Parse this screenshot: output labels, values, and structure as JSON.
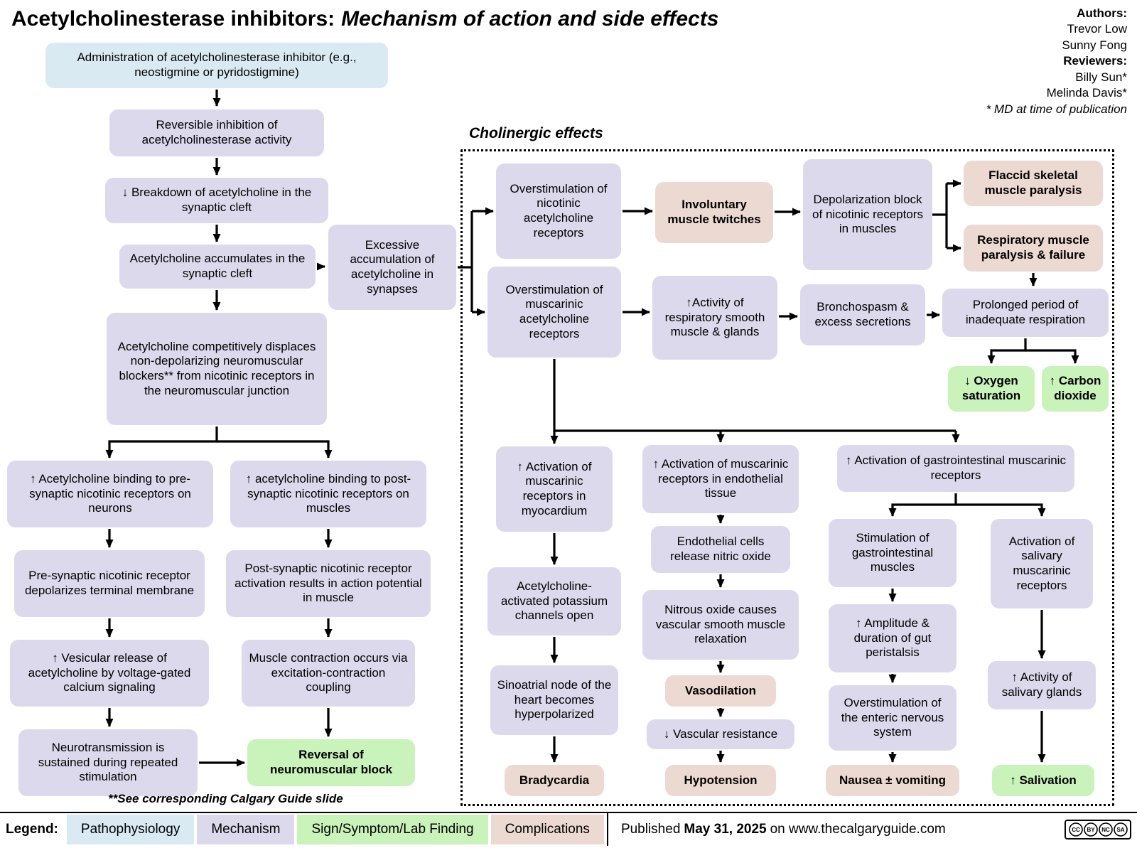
{
  "title": {
    "main": "Acetylcholinesterase inhibitors:",
    "sub": "Mechanism of action and side effects"
  },
  "credits": {
    "authors_label": "Authors:",
    "authors": [
      "Trevor Low",
      "Sunny Fong"
    ],
    "reviewers_label": "Reviewers:",
    "reviewers": [
      "Billy Sun*",
      "Melinda Davis*"
    ],
    "note": "* MD at time of publication"
  },
  "section_label": "Cholinergic effects",
  "footnote": "**See corresponding Calgary Guide slide",
  "nodes": {
    "admin": "Administration of acetylcholinesterase inhibitor (e.g., neostigmine or pyridostigmine)",
    "reversible": "Reversible inhibition of acetylcholinesterase activity",
    "breakdown": "↓ Breakdown of acetylcholine in the synaptic cleft",
    "accumulates": "Acetylcholine accumulates in the synaptic cleft",
    "excessive": "Excessive accumulation of acetylcholine in synapses",
    "competitively": "Acetylcholine competitively displaces non-depolarizing neuromuscular blockers** from nicotinic receptors in the neuromuscular junction",
    "preBinding": "↑ Acetylcholine binding to pre-synaptic nicotinic receptors on neurons",
    "postBinding": "↑ acetylcholine binding to post-synaptic nicotinic receptors on muscles",
    "preDepolarizes": "Pre-synaptic nicotinic receptor depolarizes terminal membrane",
    "postActivation": "Post-synaptic nicotinic receptor activation results in action potential in muscle",
    "vesicular": "↑ Vesicular release of acetylcholine by voltage-gated calcium signaling",
    "contraction": "Muscle contraction occurs via excitation-contraction coupling",
    "neurotransmission": "Neurotransmission is sustained during repeated stimulation",
    "reversal": "Reversal of neuromuscular block",
    "nicotinicOverstim": "Overstimulation of nicotinic acetylcholine receptors",
    "twitches": "Involuntary muscle twitches",
    "depolBlock": "Depolarization block of nicotinic receptors in muscles",
    "flaccid": "Flaccid skeletal muscle paralysis",
    "respParalysis": "Respiratory muscle paralysis & failure",
    "prolonged": "Prolonged period of inadequate respiration",
    "oxygen": "↓ Oxygen saturation",
    "carbon": "↑ Carbon dioxide",
    "muscarinicOverstim": "Overstimulation of muscarinic acetylcholine receptors",
    "respActivity": "↑Activity of respiratory smooth muscle & glands",
    "bronchospasm": "Bronchospasm & excess secretions",
    "myocardium": "↑ Activation of muscarinic receptors in myocardium",
    "potassium": "Acetylcholine-activated potassium channels open",
    "sinoatrial": "Sinoatrial node of the heart becomes hyperpolarized",
    "bradycardia": "Bradycardia",
    "endoReceptors": "↑ Activation of muscarinic receptors in endothelial tissue",
    "endoCells": "Endothelial cells release nitric oxide",
    "nitrous": "Nitrous oxide causes vascular smooth muscle relaxation",
    "vasodilation": "Vasodilation",
    "vascResistance": "↓ Vascular resistance",
    "hypotension": "Hypotension",
    "giReceptors": "↑ Activation of gastrointestinal muscarinic receptors",
    "giMuscles": "Stimulation of gastrointestinal muscles",
    "amplitude": "↑ Amplitude & duration of gut peristalsis",
    "enteric": "Overstimulation of the enteric nervous system",
    "nausea": "Nausea ± vomiting",
    "salivaryReceptors": "Activation of salivary muscarinic receptors",
    "salivaryGlands": "↑ Activity of salivary glands",
    "salivation": "↑ Salivation"
  },
  "legend": {
    "label": "Legend:",
    "items": [
      {
        "label": "Pathophysiology",
        "color": "#d9eaf3"
      },
      {
        "label": "Mechanism",
        "color": "#dcd9ec"
      },
      {
        "label": "Sign/Symptom/Lab Finding",
        "color": "#c9f3ba"
      },
      {
        "label": "Complications",
        "color": "#ecdad2"
      }
    ],
    "published_prefix": "Published",
    "published_date": "May 31, 2025",
    "published_suffix": "on www.thecalgaryguide.com",
    "license": "CC BY-NC-SA"
  }
}
